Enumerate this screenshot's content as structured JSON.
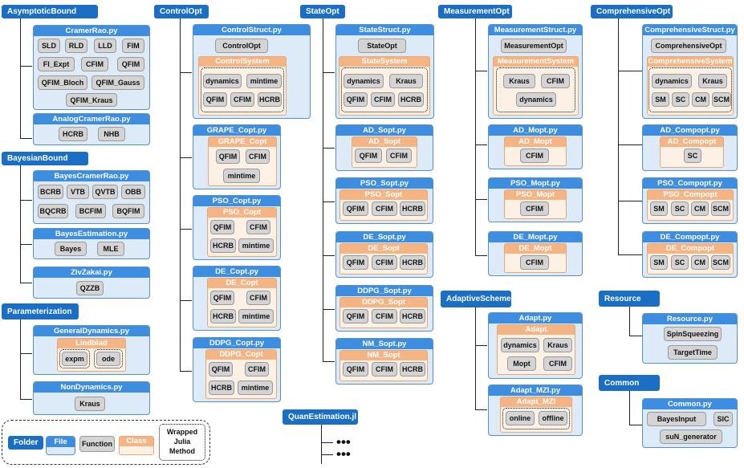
{
  "colors": {
    "folder": "#1a6fc4",
    "file_header": "#3d8ee0",
    "file_body": "#ddeaf7",
    "class_header": "#f4b483",
    "class_body": "#fdf0e4",
    "function": "#d4d4d4"
  },
  "asymptotic": {
    "folder": "AsymptoticBound",
    "cramer": {
      "title": "CramerRao.py",
      "items": [
        "SLD",
        "RLD",
        "LLD",
        "FIM",
        "FI_Expt",
        "CFIM",
        "QFIM",
        "QFIM_Bloch",
        "QFIM_Gauss",
        "QFIM_Kraus"
      ]
    },
    "analog": {
      "title": "AnalogCramerRao.py",
      "items": [
        "HCRB",
        "NHB"
      ]
    }
  },
  "bayesian": {
    "folder": "BayesianBound",
    "bcr": {
      "title": "BayesCramerRao.py",
      "items": [
        "BCRB",
        "VTB",
        "QVTB",
        "OBB",
        "BQCRB",
        "BCFIM",
        "BQFIM"
      ]
    },
    "est": {
      "title": "BayesEstimation.py",
      "items": [
        "Bayes",
        "MLE"
      ]
    },
    "ziv": {
      "title": "ZivZakai.py",
      "items": [
        "QZZB"
      ]
    }
  },
  "param": {
    "folder": "Parameterization",
    "gen": {
      "title": "GeneralDynamics.py",
      "class": "Lindblad",
      "items": [
        "expm",
        "ode"
      ]
    },
    "non": {
      "title": "NonDynamics.py",
      "items": [
        "Kraus"
      ]
    }
  },
  "control": {
    "folder": "ControlOpt",
    "struct": {
      "title": "ControlStruct.py",
      "top": "ControlOpt",
      "class": "ControlSystem",
      "items": [
        "dynamics",
        "mintime",
        "QFIM",
        "CFIM",
        "HCRB"
      ]
    },
    "grape": {
      "title": "GRAPE_Copt.py",
      "class": "GRAPE_Copt",
      "items": [
        "QFIM",
        "CFIM",
        "mintime"
      ]
    },
    "pso": {
      "title": "PSO_Copt.py",
      "class": "PSO_Copt",
      "items": [
        "QFIM",
        "CFIM",
        "HCRB",
        "mintime"
      ]
    },
    "de": {
      "title": "DE_Copt.py",
      "class": "DE_Copt",
      "items": [
        "QFIM",
        "CFIM",
        "HCRB",
        "mintime"
      ]
    },
    "ddpg": {
      "title": "DDPG_Copt.py",
      "class": "DDPG_Copt",
      "items": [
        "QFIM",
        "CFIM",
        "HCRB",
        "mintime"
      ]
    }
  },
  "state": {
    "folder": "StateOpt",
    "struct": {
      "title": "StateStruct.py",
      "top": "StateOpt",
      "class": "StateSystem",
      "items": [
        "dynamics",
        "Kraus",
        "QFIM",
        "CFIM",
        "HCRB"
      ]
    },
    "ad": {
      "title": "AD_Sopt.py",
      "class": "AD_Sopt",
      "items": [
        "QFIM",
        "CFIM"
      ]
    },
    "pso": {
      "title": "PSO_Sopt.py",
      "class": "PSO_Sopt",
      "items": [
        "QFIM",
        "CFIM",
        "HCRB"
      ]
    },
    "de": {
      "title": "DE_Sopt.py",
      "class": "DE_Sopt",
      "items": [
        "QFIM",
        "CFIM",
        "HCRB"
      ]
    },
    "ddpg": {
      "title": "DDPG_Sopt.py",
      "class": "DDPG_Sopt",
      "items": [
        "QFIM",
        "CFIM",
        "HCRB"
      ]
    },
    "nm": {
      "title": "NM_Sopt.py",
      "class": "NM_Sopt",
      "items": [
        "QFIM",
        "CFIM",
        "HCRB"
      ]
    }
  },
  "measurement": {
    "folder": "MeasurementOpt",
    "struct": {
      "title": "MeasurementStruct.py",
      "top": "MeasurementOpt",
      "class": "MeasurementSystem",
      "items": [
        "Kraus",
        "CFIM",
        "dynamics"
      ]
    },
    "ad": {
      "title": "AD_Mopt.py",
      "class": "AD_Mopt",
      "items": [
        "CFIM"
      ]
    },
    "pso": {
      "title": "PSO_Mopt.py",
      "class": "PSO_Mopt",
      "items": [
        "CFIM"
      ]
    },
    "de": {
      "title": "DE_Mopt.py",
      "class": "DE_Mopt",
      "items": [
        "CFIM"
      ]
    }
  },
  "adaptive": {
    "folder": "AdaptiveScheme",
    "adapt": {
      "title": "Adapt.py",
      "class": "Adapt",
      "items": [
        "dynamics",
        "Kraus",
        "Mopt",
        "CFIM"
      ]
    },
    "mzi": {
      "title": "Adapt_MZI.py",
      "class": "Adapt_MZI",
      "items": [
        "online",
        "offline"
      ]
    }
  },
  "comp": {
    "folder": "ComprehensiveOpt",
    "struct": {
      "title": "ComprehensiveStruct.py",
      "top": "ComprehensiveOpt",
      "class": "ComprehensiveSystem",
      "items": [
        "dynamics",
        "Kraus",
        "SM",
        "SC",
        "CM",
        "SCM"
      ]
    },
    "ad": {
      "title": "AD_Compopt.py",
      "class": "AD_Compopt",
      "items": [
        "SC"
      ]
    },
    "pso": {
      "title": "PSO_Compopt.py",
      "class": "PSO_Compopt",
      "items": [
        "SM",
        "SC",
        "CM",
        "SCM"
      ]
    },
    "de": {
      "title": "DE_Compopt.py",
      "class": "DE_Compopt",
      "items": [
        "SM",
        "SC",
        "CM",
        "SCM"
      ]
    }
  },
  "resource": {
    "folder": "Resource",
    "file": {
      "title": "Resource.py",
      "items": [
        "SpinSqueezing",
        "TargetTime"
      ]
    }
  },
  "common": {
    "folder": "Common",
    "file": {
      "title": "Common.py",
      "items": [
        "BayesInput",
        "SIC",
        "suN_generator"
      ]
    }
  },
  "julia": {
    "folder": "QuanEstimation.jl",
    "dots": [
      "•••",
      "•••"
    ]
  },
  "legend": {
    "folder": "Folder",
    "file": "File",
    "function": "Function",
    "class": "Class",
    "wrapped": "Wrapped\nJulia\nMethod"
  }
}
